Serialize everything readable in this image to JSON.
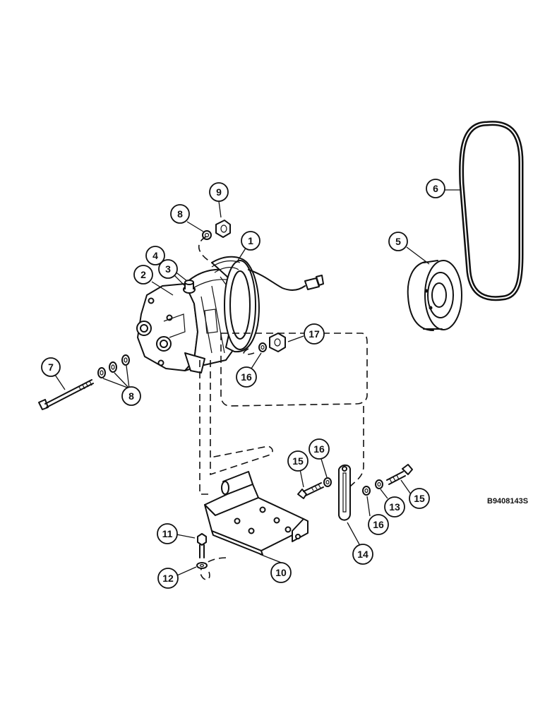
{
  "drawing": {
    "reference_code": "B9408143S",
    "callouts": [
      {
        "id": "c1",
        "label": "1"
      },
      {
        "id": "c2",
        "label": "2"
      },
      {
        "id": "c3",
        "label": "3"
      },
      {
        "id": "c4",
        "label": "4"
      },
      {
        "id": "c5",
        "label": "5"
      },
      {
        "id": "c6",
        "label": "6"
      },
      {
        "id": "c7",
        "label": "7"
      },
      {
        "id": "c8a",
        "label": "8"
      },
      {
        "id": "c8b",
        "label": "8"
      },
      {
        "id": "c9",
        "label": "9"
      },
      {
        "id": "c10",
        "label": "10"
      },
      {
        "id": "c11",
        "label": "11"
      },
      {
        "id": "c12",
        "label": "12"
      },
      {
        "id": "c13",
        "label": "13"
      },
      {
        "id": "c14",
        "label": "14"
      },
      {
        "id": "c15a",
        "label": "15"
      },
      {
        "id": "c15b",
        "label": "15"
      },
      {
        "id": "c16a",
        "label": "16"
      },
      {
        "id": "c16b",
        "label": "16"
      },
      {
        "id": "c16c",
        "label": "16"
      },
      {
        "id": "c17",
        "label": "17"
      }
    ]
  }
}
